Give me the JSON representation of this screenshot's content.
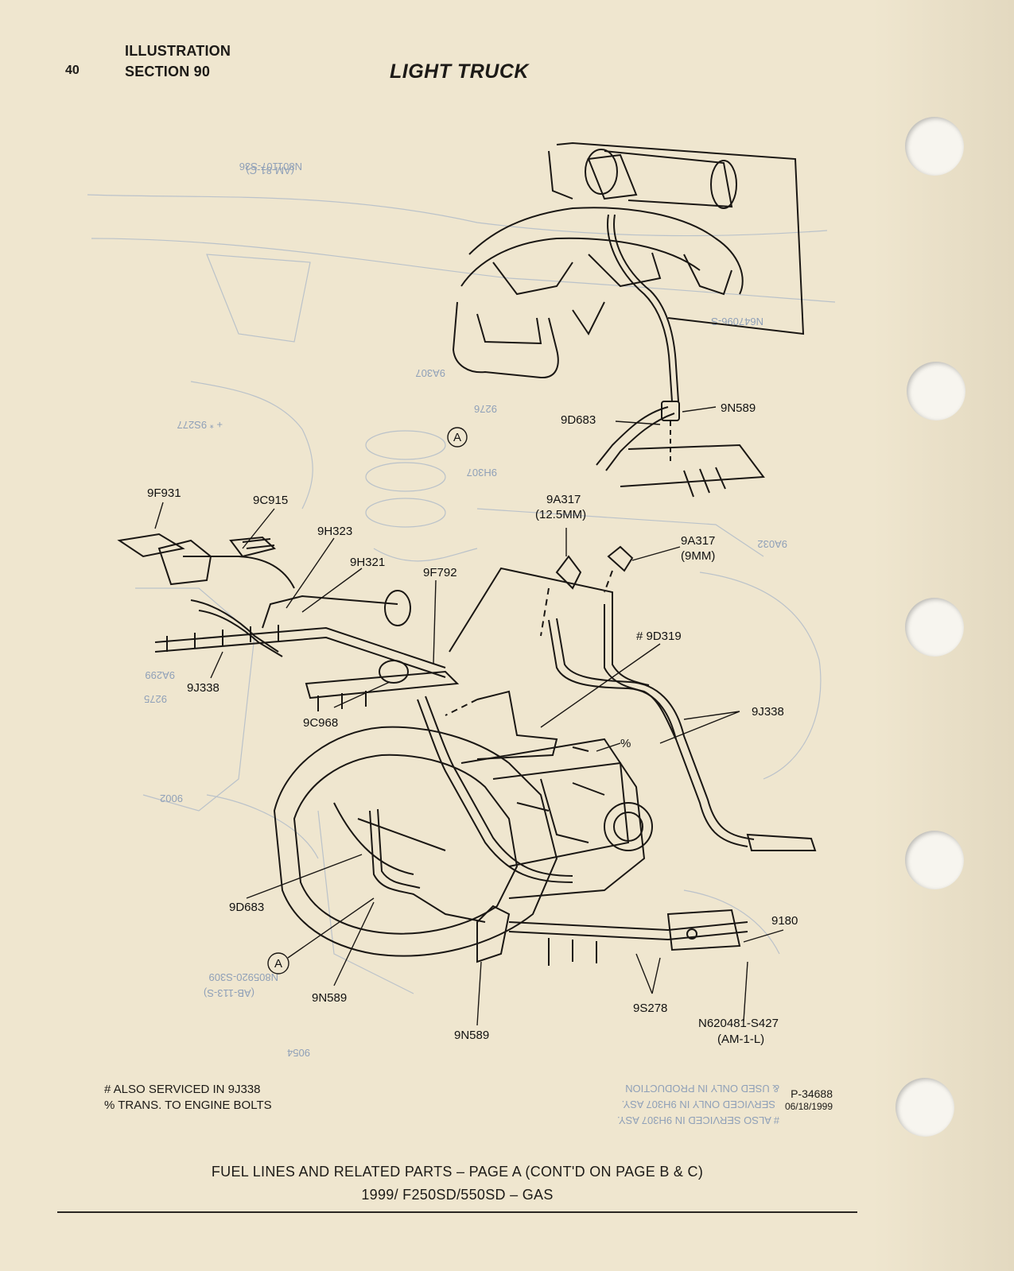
{
  "header": {
    "page_number": "40",
    "illustration_label": "ILLUSTRATION",
    "section_label": "SECTION 90",
    "title": "LIGHT TRUCK"
  },
  "callouts": {
    "top_9n589": "9N589",
    "top_9d683": "9D683",
    "top_a": "A",
    "c_9f931": "9F931",
    "c_9c915": "9C915",
    "c_9h323": "9H323",
    "c_9h321": "9H321",
    "c_9f792": "9F792",
    "c_9a317_a": "9A317",
    "c_9a317_a_size": "(12.5MM)",
    "c_9a317_b": "9A317",
    "c_9a317_b_size": "(9MM)",
    "c_9d319": "# 9D319",
    "c_9j338_left": "9J338",
    "c_9j338_right": "9J338",
    "c_9c968": "9C968",
    "c_percent": "%",
    "c_9d683_low": "9D683",
    "c_a_low": "A",
    "c_9n589_low": "9N589",
    "c_9n589_bottom": "9N589",
    "c_9180": "9180",
    "c_9s278": "9S278",
    "c_n620481": "N620481-S427",
    "c_n620481_sub": "(AM-1-L)"
  },
  "footnotes": {
    "line1": "# ALSO SERVICED IN 9J338",
    "line2": "% TRANS. TO ENGINE BOLTS"
  },
  "reference": {
    "code": "P-34688",
    "date": "06/18/1999"
  },
  "caption": {
    "line1": "FUEL LINES AND RELATED PARTS – PAGE A (CONT'D ON PAGE B & C)",
    "line2": "1999/ F250SD/550SD – GAS"
  },
  "colors": {
    "paper": "#efe6cf",
    "ink": "#1c1a17",
    "bleed_through": "#8fa0b8"
  }
}
